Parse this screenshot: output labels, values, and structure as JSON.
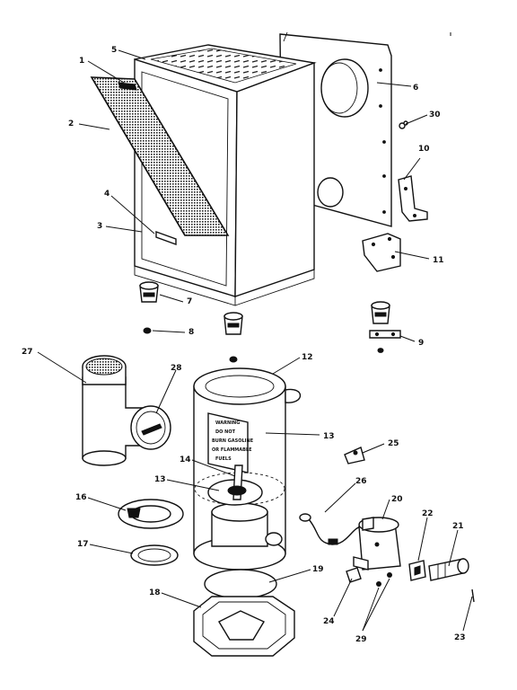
{
  "diagram": {
    "type": "exploded parts diagram",
    "callouts": [
      {
        "id": "callout-1",
        "text": "1"
      },
      {
        "id": "callout-2",
        "text": "2"
      },
      {
        "id": "callout-3",
        "text": "3"
      },
      {
        "id": "callout-4",
        "text": "4"
      },
      {
        "id": "callout-5",
        "text": "5"
      },
      {
        "id": "callout-6",
        "text": "6"
      },
      {
        "id": "callout-30-top",
        "text": "30"
      },
      {
        "id": "callout-10",
        "text": "10"
      },
      {
        "id": "callout-11",
        "text": "11"
      },
      {
        "id": "callout-7",
        "text": "7"
      },
      {
        "id": "callout-8",
        "text": "8"
      },
      {
        "id": "callout-9",
        "text": "9"
      },
      {
        "id": "callout-27",
        "text": "27"
      },
      {
        "id": "callout-28",
        "text": "28"
      },
      {
        "id": "callout-12",
        "text": "12"
      },
      {
        "id": "callout-13-right",
        "text": "13"
      },
      {
        "id": "callout-14-inner",
        "text": "14"
      },
      {
        "id": "callout-13-inner",
        "text": "13"
      },
      {
        "id": "callout-16",
        "text": "16"
      },
      {
        "id": "callout-17",
        "text": "17"
      },
      {
        "id": "callout-19",
        "text": "19"
      },
      {
        "id": "callout-18",
        "text": "18"
      },
      {
        "id": "callout-25",
        "text": "25"
      },
      {
        "id": "callout-26",
        "text": "26"
      },
      {
        "id": "callout-20",
        "text": "20"
      },
      {
        "id": "callout-22",
        "text": "22"
      },
      {
        "id": "callout-21",
        "text": "21"
      },
      {
        "id": "callout-24",
        "text": "24"
      },
      {
        "id": "callout-29",
        "text": "29"
      },
      {
        "id": "callout-23",
        "text": "23"
      }
    ],
    "sticker_lines": [
      "WARNING",
      "DO NOT",
      "BURN GASOLINE",
      "OR FLAMMABLE",
      "FUELS"
    ]
  }
}
